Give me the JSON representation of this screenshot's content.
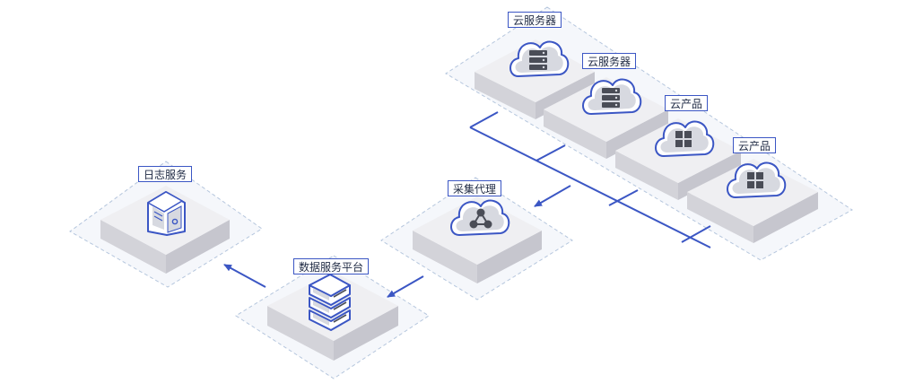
{
  "labels": {
    "cloud_server_1": "云服务器",
    "cloud_server_2": "云服务器",
    "cloud_product_1": "云产品",
    "cloud_product_2": "云产品",
    "collection_agent": "采集代理",
    "data_service_platform": "数据服务平台",
    "log_service": "日志服务"
  },
  "colors": {
    "accent": "#3b56c4",
    "platform_top": "#efeff2",
    "platform_left": "#d3d3d9",
    "platform_right": "#c6c6ce",
    "zone_fill": "#f5f7fb",
    "zone_stroke": "#b5c6dd",
    "icon_fill": "#ffffff",
    "icon_shade": "#d7d9e0",
    "glyph": "#4a4d57"
  },
  "icons": {
    "cloud_server": "cloud-server-icon",
    "cloud_product": "cloud-grid-icon",
    "collection_agent": "cloud-network-icon",
    "data_service_platform": "server-stack-icon",
    "log_service": "server-tower-icon"
  }
}
